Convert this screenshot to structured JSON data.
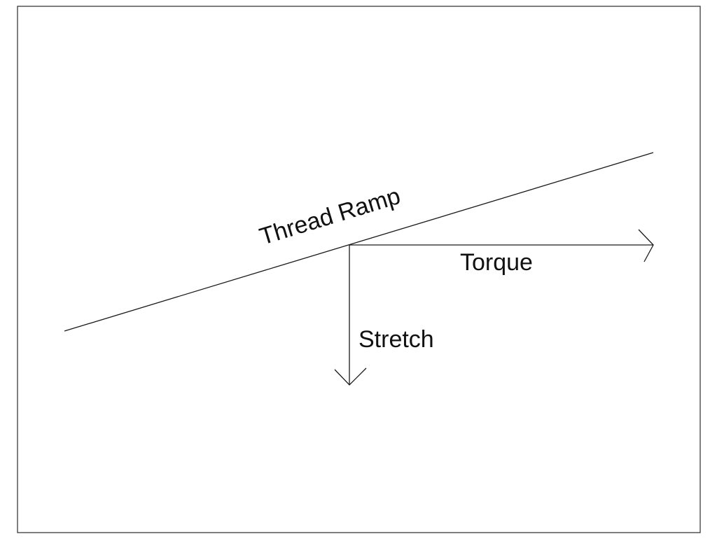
{
  "diagram": {
    "labels": {
      "ramp": "Thread Ramp",
      "torque": "Torque",
      "stretch": "Stretch"
    },
    "colors": {
      "background": "#ffffff",
      "stroke": "#1a1a1a",
      "text": "#111111"
    }
  }
}
